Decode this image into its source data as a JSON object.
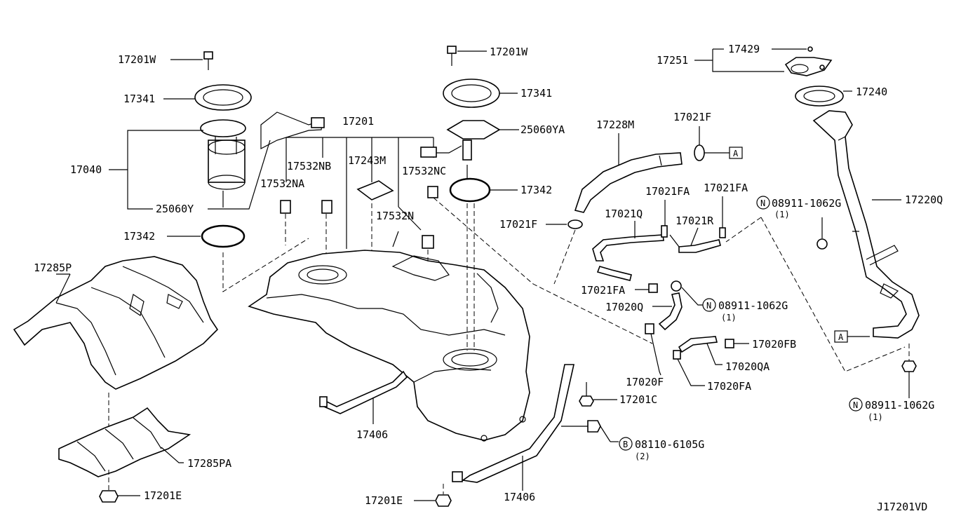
{
  "labels": {
    "l17201W_a": "17201W",
    "l17341_a": "17341",
    "l17040": "17040",
    "l25060Y": "25060Y",
    "l17342_a": "17342",
    "l17285P": "17285P",
    "l17285PA": "17285PA",
    "l17201E_a": "17201E",
    "l17201": "17201",
    "l17532NB": "17532NB",
    "l17243M": "17243M",
    "l17532NC": "17532NC",
    "l17532NA": "17532NA",
    "l17532N": "17532N",
    "l17201W_b": "17201W",
    "l17341_b": "17341",
    "l25060YA": "25060YA",
    "l17342_b": "17342",
    "l17406_a": "17406",
    "l17406_b": "17406",
    "l17201C": "17201C",
    "l08110": "08110-6105G",
    "l08110_q": "(2)",
    "l17201E_b": "17201E",
    "l17228M": "17228M",
    "l17021F_a": "17021F",
    "l17021F_b": "17021F",
    "l17021FA_a": "17021FA",
    "l17021FA_b": "17021FA",
    "l17021Q": "17021Q",
    "l17021R": "17021R",
    "l17021FA_c": "17021FA",
    "l17020Q": "17020Q",
    "l08911_a": "08911-1062G",
    "l08911_a_q": "(1)",
    "l08911_b": "08911-1062G",
    "l08911_b_q": "(1)",
    "l08911_c": "08911-1062G",
    "l08911_c_q": "(1)",
    "l17020FB": "17020FB",
    "l17020QA": "17020QA",
    "l17020F": "17020F",
    "l17020FA": "17020FA",
    "l17251": "17251",
    "l17429": "17429",
    "l17240": "17240",
    "l17220Q": "17220Q",
    "boxA_1": "A",
    "boxA_2": "A",
    "mark_N": "N",
    "mark_B": "B",
    "drawing_id": "J17201VD"
  }
}
